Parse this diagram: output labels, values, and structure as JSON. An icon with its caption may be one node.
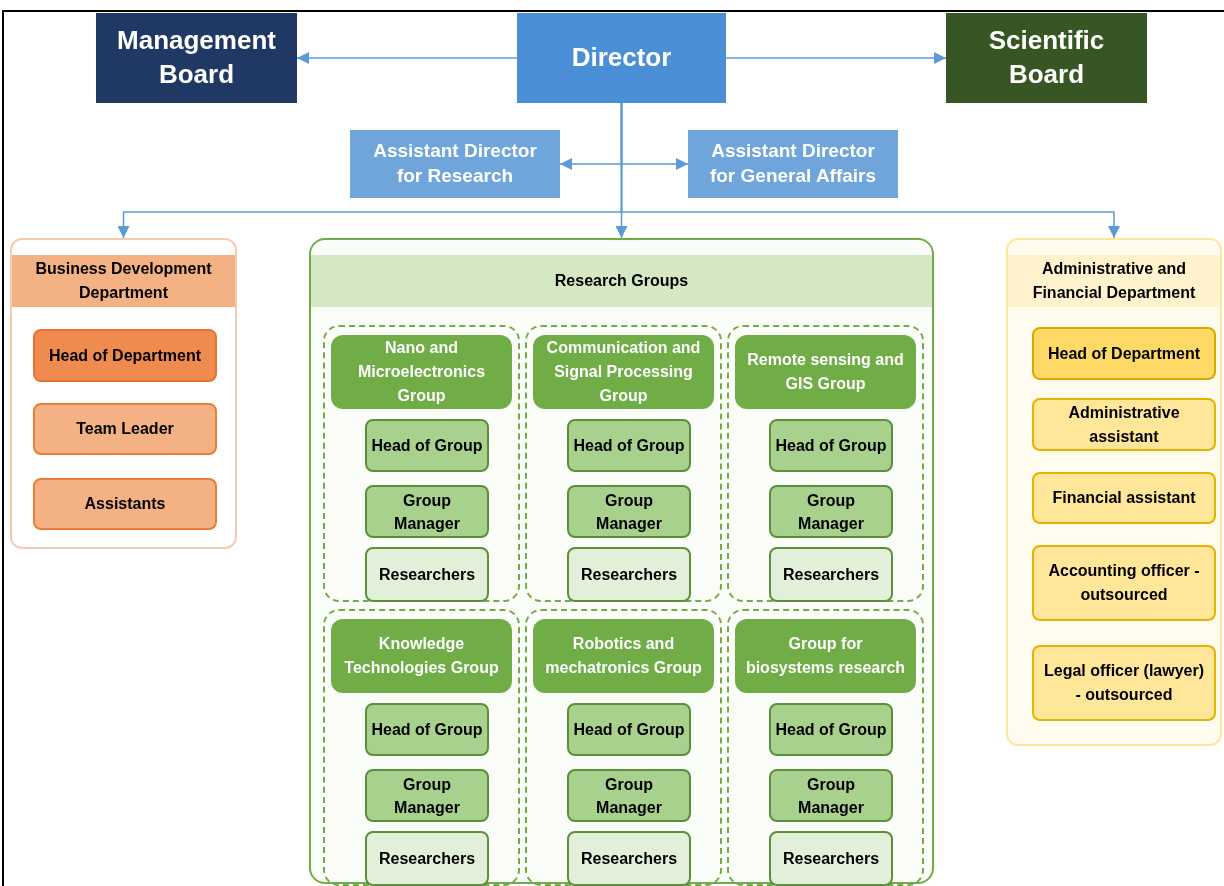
{
  "diagram": {
    "nodes": [
      {
        "text": [
          "Management Board"
        ]
      },
      {
        "text": [
          "Director"
        ]
      },
      {
        "text": [
          "Scientific Board"
        ]
      },
      {
        "text": [
          "Assistant Director for Research"
        ]
      },
      {
        "text": [
          "Assistant Director for General Affairs"
        ]
      },
      {
        "text": [
          "Business Development Department"
        ]
      },
      {
        "text": [
          "Head of Department"
        ],
        "in": 5
      },
      {
        "text": [
          "Team Leader"
        ],
        "in": 5
      },
      {
        "text": [
          "Assistants"
        ],
        "in": 5
      },
      {
        "text": [
          "Research Groups"
        ]
      },
      {
        "text": [
          "Nano and Microelectronics Group"
        ],
        "in": 9
      },
      {
        "text": [
          "Head of Group"
        ],
        "in": 10
      },
      {
        "text": [
          "Group Manager"
        ],
        "in": 10
      },
      {
        "text": [
          "Researchers"
        ],
        "in": 10
      },
      {
        "text": [
          "Communication and Signal Processing Group"
        ],
        "in": 9
      },
      {
        "text": [
          "Head of Group"
        ],
        "in": 14
      },
      {
        "text": [
          "Group Manager"
        ],
        "in": 14
      },
      {
        "text": [
          "Researchers"
        ],
        "in": 14
      },
      {
        "text": [
          "Remote sensing and GIS Group"
        ],
        "in": 9
      },
      {
        "text": [
          "Head of Group"
        ],
        "in": 18
      },
      {
        "text": [
          "Group Manager"
        ],
        "in": 18
      },
      {
        "text": [
          "Researchers"
        ],
        "in": 18
      },
      {
        "text": [
          "Knowledge Technologies Group"
        ],
        "in": 9
      },
      {
        "text": [
          "Head of Group"
        ],
        "in": 22
      },
      {
        "text": [
          "Group Manager"
        ],
        "in": 22
      },
      {
        "text": [
          "Researchers"
        ],
        "in": 22
      },
      {
        "text": [
          "Robotics and mechatronics Group"
        ],
        "in": 9
      },
      {
        "text": [
          "Head of Group"
        ],
        "in": 26
      },
      {
        "text": [
          "Group Manager"
        ],
        "in": 26
      },
      {
        "text": [
          "Researchers"
        ],
        "in": 26
      },
      {
        "text": [
          "Group for biosystems research"
        ],
        "in": 9
      },
      {
        "text": [
          "Head of Group"
        ],
        "in": 30
      },
      {
        "text": [
          "Group Manager"
        ],
        "in": 30
      },
      {
        "text": [
          "Researchers"
        ],
        "in": 30
      },
      {
        "text": [
          "Administrative and Financial Department"
        ]
      },
      {
        "text": [
          "Head of Department"
        ],
        "in": 34
      },
      {
        "text": [
          "Administrative assistant"
        ],
        "in": 34
      },
      {
        "text": [
          "Financial assistant"
        ],
        "in": 34
      },
      {
        "text": [
          "Accounting officer - outsourced"
        ],
        "in": 34
      },
      {
        "text": [
          "Legal officer (lawyer) - outsourced"
        ],
        "in": 34
      }
    ],
    "edges": [
      {
        "from": 1,
        "to": 0,
        "arrow": "to"
      },
      {
        "from": 1,
        "to": 2,
        "arrow": "to"
      },
      {
        "from": 1,
        "to": 3,
        "arrow": "to"
      },
      {
        "from": 1,
        "to": 4,
        "arrow": "to"
      },
      {
        "from": 1,
        "to": 5,
        "arrow": "to"
      },
      {
        "from": 1,
        "to": 9,
        "arrow": "to"
      },
      {
        "from": 1,
        "to": 34,
        "arrow": "to"
      }
    ]
  }
}
